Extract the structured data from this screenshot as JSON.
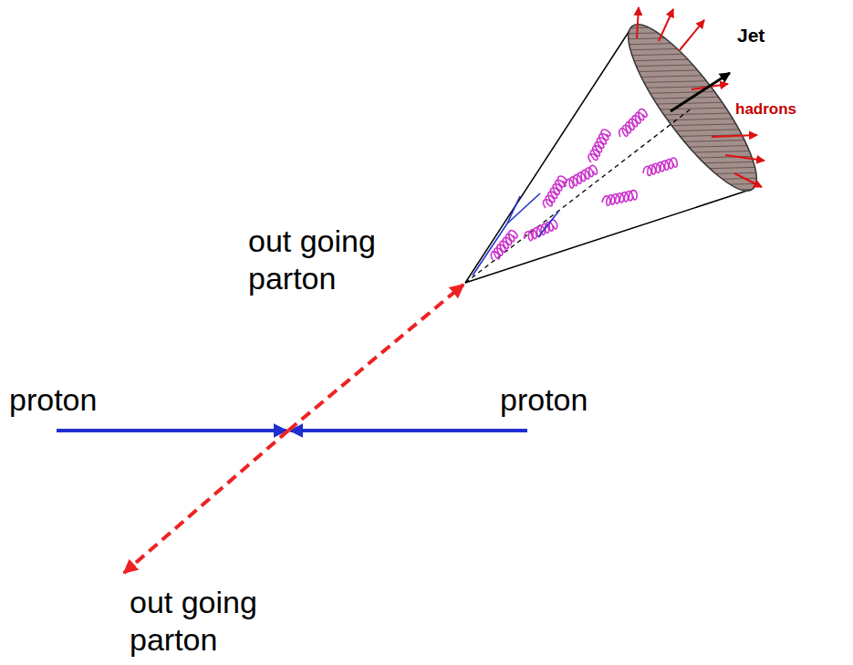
{
  "diagram": {
    "labels": [
      "Jet",
      "hadrons",
      "out going parton",
      "proton",
      "proton",
      "out going parton"
    ]
  }
}
